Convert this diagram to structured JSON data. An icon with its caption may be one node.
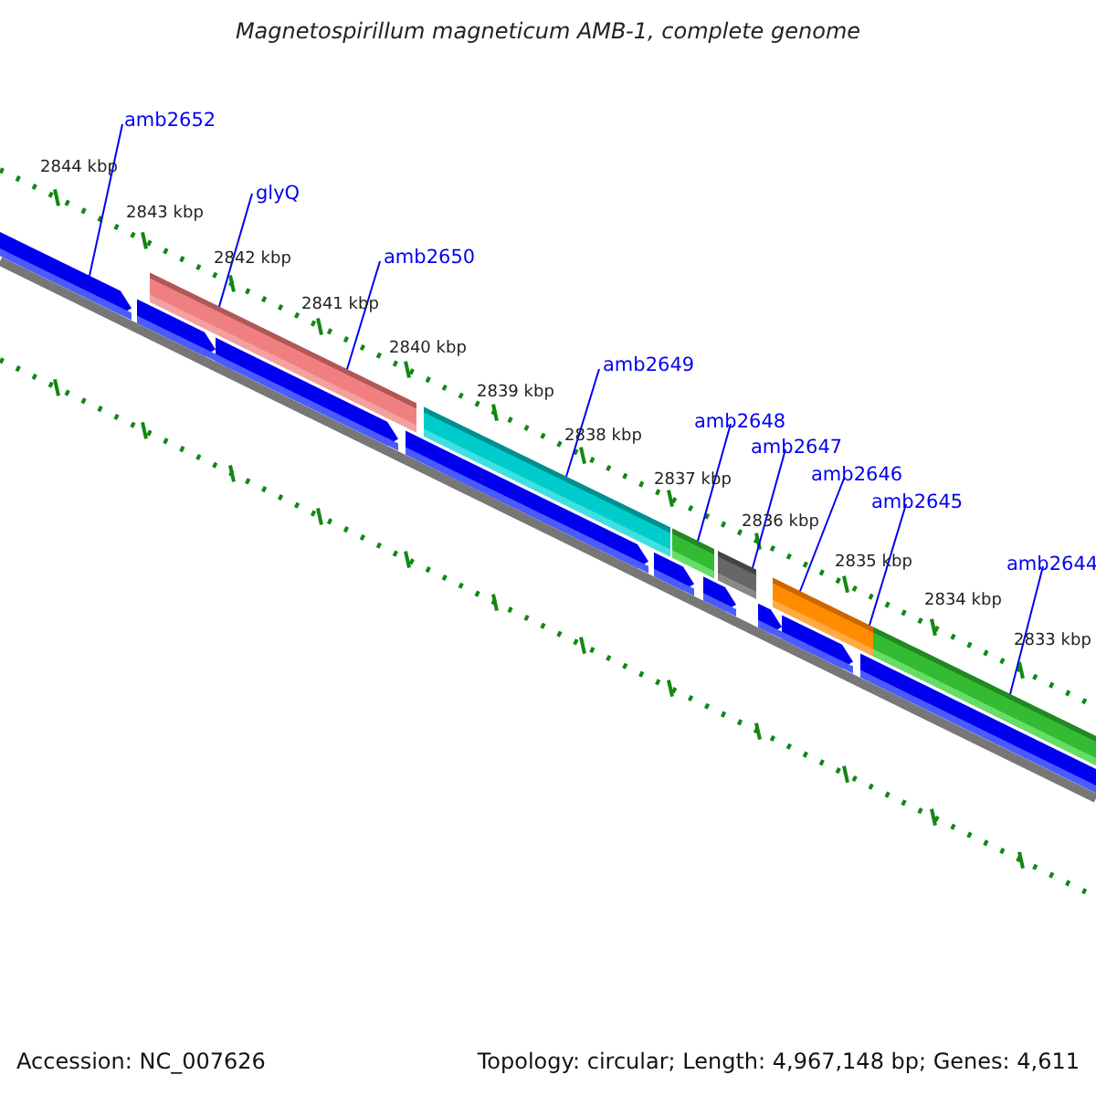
{
  "diagram": {
    "title": "Magnetospirillum magneticum AMB-1, complete genome",
    "nodes": [
      {
        "text": [
          "amb2652"
        ]
      },
      {
        "text": [
          "glyQ"
        ]
      },
      {
        "text": [
          "amb2650"
        ]
      },
      {
        "text": [
          "amb2649"
        ]
      },
      {
        "text": [
          "amb2648"
        ]
      },
      {
        "text": [
          "amb2647"
        ]
      },
      {
        "text": [
          "amb2646"
        ]
      },
      {
        "text": [
          "amb2645"
        ]
      },
      {
        "text": [
          "amb2644"
        ]
      },
      {
        "text": [],
        "shape": "bar"
      },
      {
        "text": [],
        "shape": "bar"
      },
      {
        "text": [],
        "shape": "bar"
      },
      {
        "text": [],
        "shape": "bar"
      },
      {
        "text": [],
        "shape": "bar"
      },
      {
        "text": [],
        "shape": "bar"
      },
      {
        "text": [],
        "shape": "bar"
      },
      {
        "text": [],
        "shape": "bar"
      },
      {
        "text": [],
        "shape": "bar"
      },
      {
        "text": [],
        "shape": "bar"
      },
      {
        "text": [],
        "shape": "bar"
      },
      {
        "text": [],
        "shape": "bar"
      },
      {
        "text": [],
        "shape": "bar"
      },
      {
        "text": [],
        "shape": "bar"
      },
      {
        "text": [],
        "shape": "bar"
      },
      {
        "text": [],
        "shape": "bar"
      },
      {
        "text": [],
        "shape": "bar"
      }
    ],
    "edges": [
      {
        "from": 0,
        "to": 9,
        "arrow": "none"
      },
      {
        "from": 1,
        "to": 10,
        "arrow": "none"
      },
      {
        "from": 2,
        "to": 11,
        "arrow": "none"
      },
      {
        "from": 3,
        "to": 12,
        "arrow": "none"
      },
      {
        "from": 4,
        "to": 13,
        "arrow": "none"
      },
      {
        "from": 5,
        "to": 14,
        "arrow": "none"
      },
      {
        "from": 6,
        "to": 15,
        "arrow": "none"
      },
      {
        "from": 7,
        "to": 16,
        "arrow": "none"
      },
      {
        "from": 8,
        "to": 17,
        "arrow": "none"
      }
    ],
    "labels": [
      "2844 kbp",
      "2843 kbp",
      "2842 kbp",
      "2841 kbp",
      "2840 kbp",
      "2839 kbp",
      "2838 kbp",
      "2837 kbp",
      "2836 kbp",
      "2835 kbp",
      "2834 kbp",
      "2833 kbp",
      "Accession: NC_007626",
      "Topology: circular; Length: 4,967,148 bp; Genes: 4,611"
    ]
  }
}
